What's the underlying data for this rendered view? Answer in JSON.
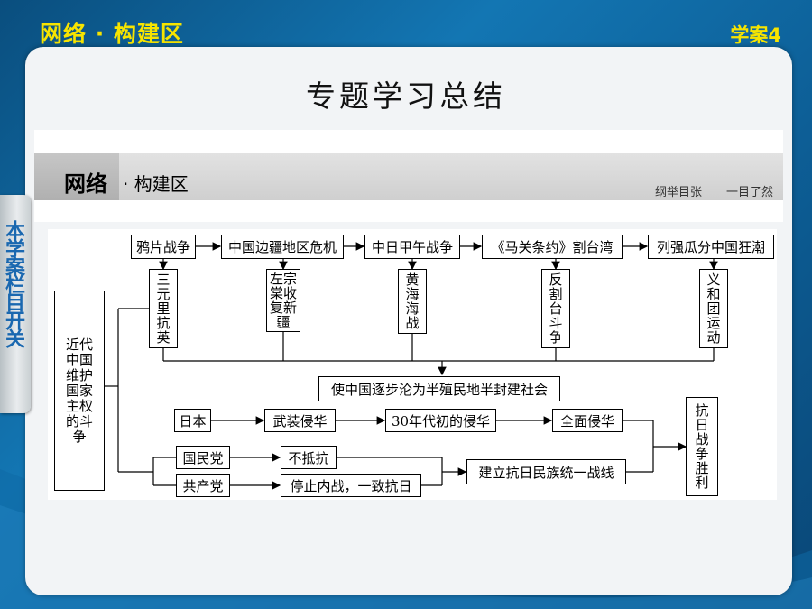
{
  "header": {
    "section_title": "网络 · 构建区",
    "lesson_label": "学案4"
  },
  "title": "专题学习总结",
  "strip": {
    "title_bold": "网络",
    "title_rest": "· 构建区",
    "slogan_a": "纲举目张",
    "slogan_b": "一目了然"
  },
  "side_tab": {
    "label": "本学案栏目开关"
  },
  "diagram": {
    "events": [
      "鸦片战争",
      "中国边疆地区危机",
      "中日甲午战争",
      "《马关条约》割台湾",
      "列强瓜分中国狂潮"
    ],
    "struggles": [
      "三元里抗英",
      "左宗棠收复新疆",
      "黄海海战",
      "反割台斗争",
      "义和团运动"
    ],
    "left_label": "近代中国维护国家主权的斗争",
    "result": "使中国逐步沦为半殖民地半封建社会",
    "japan": "日本",
    "japan_steps": [
      "武装侵华",
      "30年代初的侵华",
      "全面侵华"
    ],
    "kmt": "国民党",
    "kmt_policy": "不抵抗",
    "ccp": "共产党",
    "ccp_policy": "停止内战，一致抗日",
    "united_front": "建立抗日民族统一战线",
    "victory": "抗日战争胜利"
  }
}
